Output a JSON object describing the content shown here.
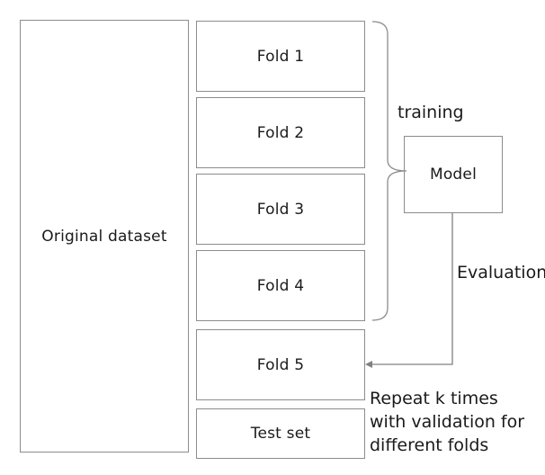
{
  "original_dataset": {
    "label": "Original dataset"
  },
  "folds": [
    {
      "label": "Fold 1"
    },
    {
      "label": "Fold 2"
    },
    {
      "label": "Fold 3"
    },
    {
      "label": "Fold 4"
    },
    {
      "label": "Fold 5"
    }
  ],
  "test_set": {
    "label": "Test set"
  },
  "model": {
    "label": "Model"
  },
  "training_label": "training",
  "evaluation_label": "Evaluation",
  "repeat_note": {
    "line1": "Repeat k times",
    "line2": "with validation for",
    "line3": "different folds"
  },
  "colors": {
    "stroke": "#8c8c8c",
    "text": "#1a1a1a",
    "arrow": "#808080"
  }
}
